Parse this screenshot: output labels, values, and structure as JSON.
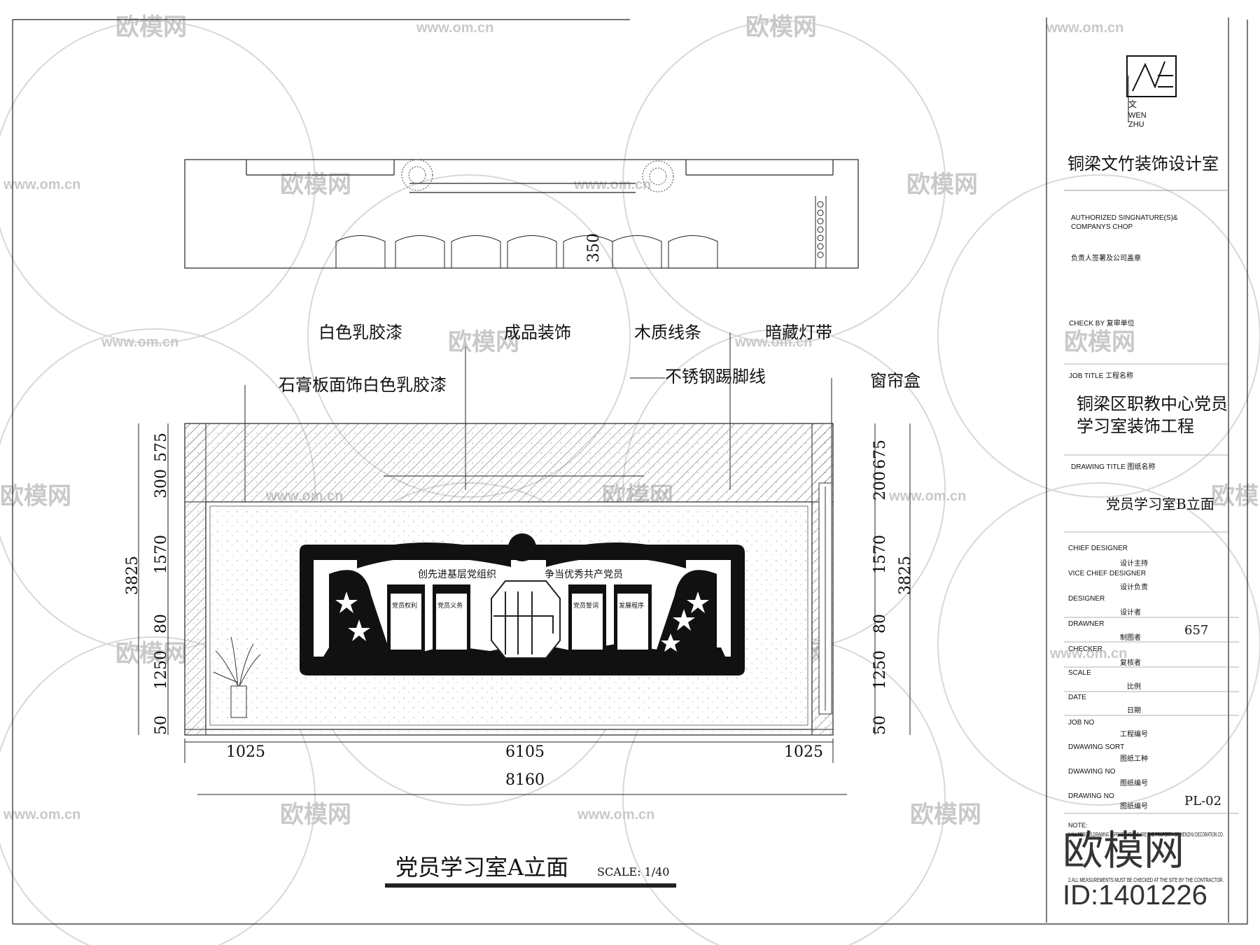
{
  "watermarks": {
    "brand": "欧模网",
    "site": "www.om.cn",
    "id_text": "ID:1401226"
  },
  "plan_view": {
    "dimension": "350"
  },
  "callouts": {
    "white_latex_paint": "白色乳胶漆",
    "finished_decor": "成品装饰",
    "wood_strip": "木质线条",
    "hidden_light_strip": "暗藏灯带",
    "gypsum_board_paint": "石膏板面饰白色乳胶漆",
    "steel_skirting": "不锈钢踢脚线",
    "curtain_box": "窗帘盒"
  },
  "elevation": {
    "left_dims": [
      "575",
      "300",
      "1570",
      "80",
      "1250",
      "50"
    ],
    "left_total": "3825",
    "right_dims": [
      "675",
      "200",
      "1570",
      "80",
      "1250",
      "50"
    ],
    "right_total": "3825",
    "bottom_dims": [
      "1025",
      "6105",
      "1025"
    ],
    "bottom_total": "8160",
    "panel_left_text": "创先进基层党组织",
    "panel_right_text": "争当优秀共产党员",
    "board_labels": [
      "党员权利",
      "党员义务",
      "党员誓词",
      "发展程序"
    ]
  },
  "drawing_caption": {
    "title": "党员学习室A立面",
    "scale": "SCALE: 1/40"
  },
  "title_block": {
    "logo_cn": "文",
    "logo_en_1": "WEN",
    "logo_en_2": "ZHU",
    "studio_name": "铜梁文竹装饰设计室",
    "signature_label": "AUTHORIZED SINGNATURE(S)& COMPANYS CHOP",
    "signature_label_line1": "AUTHORIZED SINGNATURE(S)&",
    "signature_label_line2": "COMPANYS CHOP",
    "signature_cn": "负责人签署及公司盖章",
    "check_by": "CHECK BY  复审单位",
    "job_title_label": "JOB TITLE  工程名称",
    "job_title_line1": "铜梁区职教中心党员",
    "job_title_line2": "学习室装饰工程",
    "drawing_title_label": "DRAWING TITLE  图纸名称",
    "drawing_title": "党员学习室B立面",
    "rows": [
      {
        "label": "CHIEF DESIGNER",
        "cn": "设计主持",
        "value": ""
      },
      {
        "label": "VICE CHIEF DESIGNER",
        "cn": "设计负责",
        "value": ""
      },
      {
        "label": "DESIGNER",
        "cn": "设计者",
        "value": ""
      },
      {
        "label": "DRAWNER",
        "cn": "制图者",
        "value": "657"
      },
      {
        "label": "CHECKER",
        "cn": "复核者",
        "value": ""
      },
      {
        "label": "SCALE",
        "cn": "比例",
        "value": ""
      },
      {
        "label": "DATE",
        "cn": "日期",
        "value": ""
      },
      {
        "label": "JOB NO",
        "cn": "工程编号",
        "value": ""
      },
      {
        "label": "DWAWING SORT",
        "cn": "图纸工种",
        "value": ""
      },
      {
        "label": "DWAWING NO",
        "cn": "图纸编号",
        "value": ""
      },
      {
        "label": "DRAWING NO",
        "cn": "图纸编号",
        "value": "PL-02"
      }
    ],
    "note_label": "NOTE:",
    "note_1": "1.ALL DESIGNS,DRAWING &SPECIFICATIONS ARE THE PROPERTY OF WENZHU DECORATION CO.",
    "note_2": "2.ALL MEASUREMENTS MUST BE CHECKED AT THE SITE BY THE CONTRACTOR."
  }
}
